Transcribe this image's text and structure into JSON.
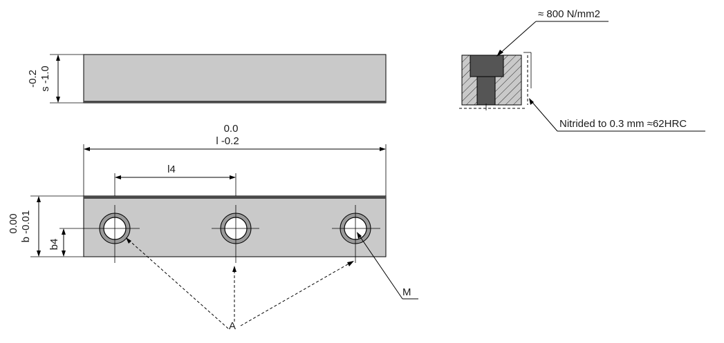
{
  "labels": {
    "top_thickness_upper": "-0.2",
    "top_thickness_lower": "s -1.0",
    "length_upper": "0.0",
    "length_lower": "l -0.2",
    "hole_pitch": "l4",
    "width_upper": "0.00",
    "width_lower": "b -0.01",
    "hole_offset": "b4",
    "callout_a": "A",
    "callout_m": "M",
    "strength": "≈ 800 N/mm2",
    "nitrided": "Nitrided to 0.3 mm ≈62HRC"
  },
  "colors": {
    "body_fill": "#c9c9c9",
    "body_shadow": "#4a4a4a",
    "ring_fill": "#9a9a9a",
    "section_bore": "#555555",
    "line": "#000000"
  }
}
